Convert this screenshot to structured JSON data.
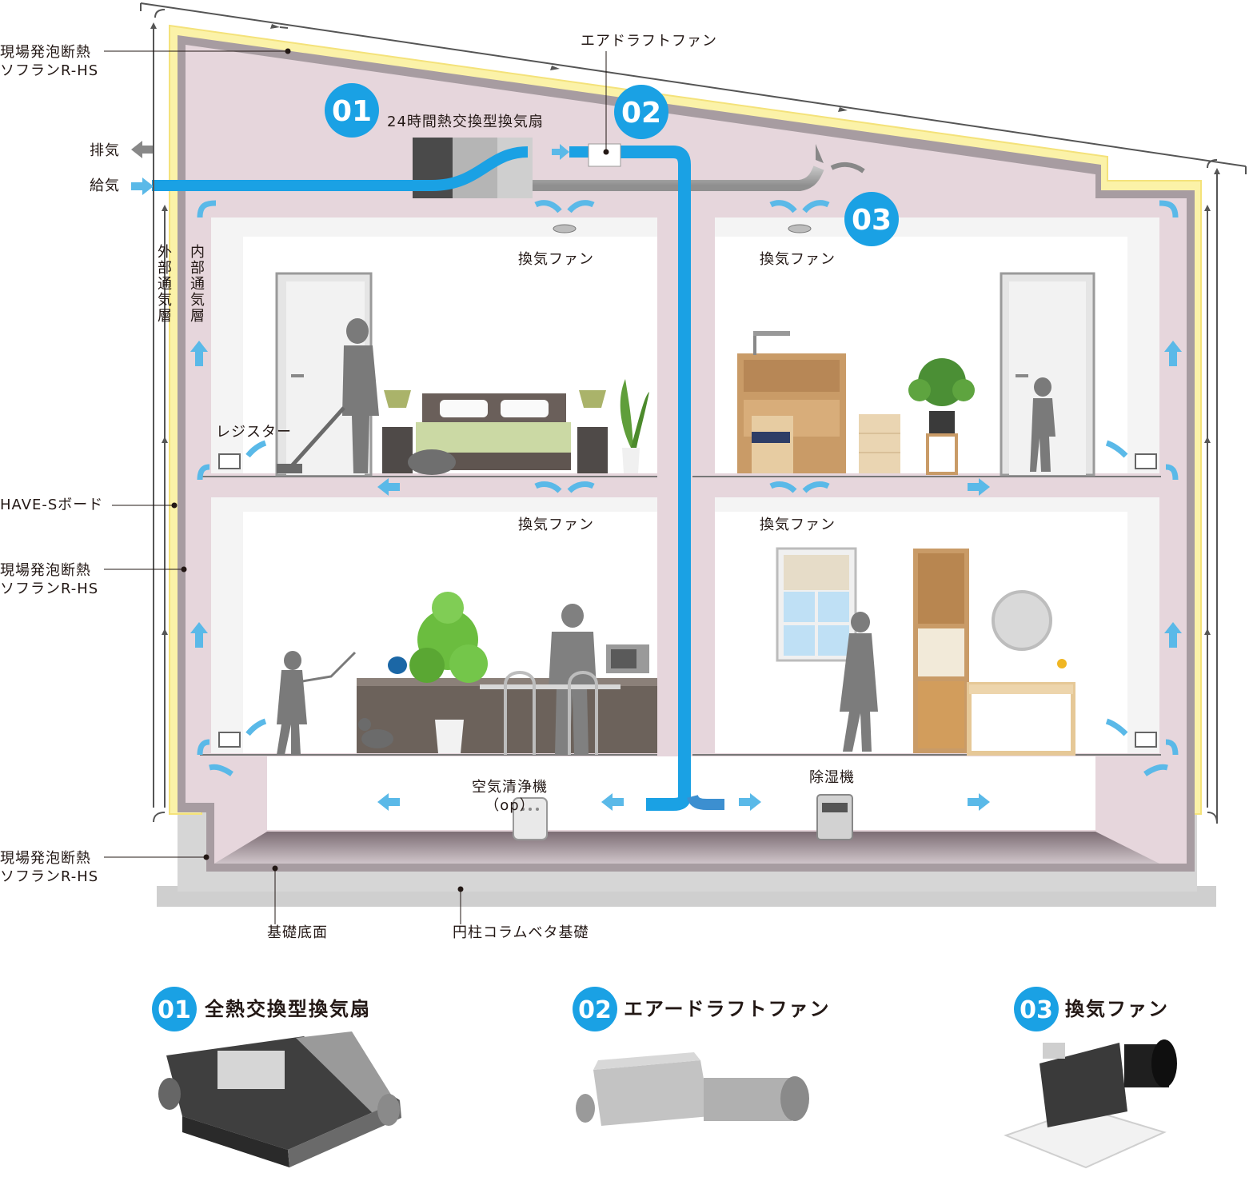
{
  "colors": {
    "wall": "#e6d6dc",
    "room": "#ffffff",
    "insulation_yellow": "#fbf2a8",
    "duct_blue": "#1aa1e4",
    "duct_gray": "#a7a7a7",
    "arrow_blue": "#5ab9e8",
    "foundation": "#cfcfcf",
    "badge_blue": "#1aa1e4"
  },
  "labels": {
    "insulation_roof": "現場発泡断熱\nソフランR-HS",
    "insulation_wall": "現場発泡断熱\nソフランR-HS",
    "insulation_floor": "現場発泡断熱\nソフランR-HS",
    "have_board": "HAVE-Sボード",
    "exhaust": "排気",
    "supply": "給気",
    "outer_air_layer": "外部通気層",
    "inner_air_layer": "内部通気層",
    "air_draft_fan": "エアドラフトファン",
    "heat_exchange_fan": "24時間熱交換型換気扇",
    "register": "レジスター",
    "vent_fan_1": "換気ファン",
    "vent_fan_2": "換気ファン",
    "vent_fan_3": "換気ファン",
    "vent_fan_4": "換気ファン",
    "air_purifier": "空気清浄機\n（op）",
    "dehumidifier": "除湿機",
    "foundation_bottom": "基礎底面",
    "foundation_type": "円柱コラムベタ基礎"
  },
  "badges": [
    "01",
    "02",
    "03"
  ],
  "legend": [
    {
      "number": "01",
      "title": "全熱交換型換気扇"
    },
    {
      "number": "02",
      "title": "エアードラフトファン"
    },
    {
      "number": "03",
      "title": "換気ファン"
    }
  ]
}
